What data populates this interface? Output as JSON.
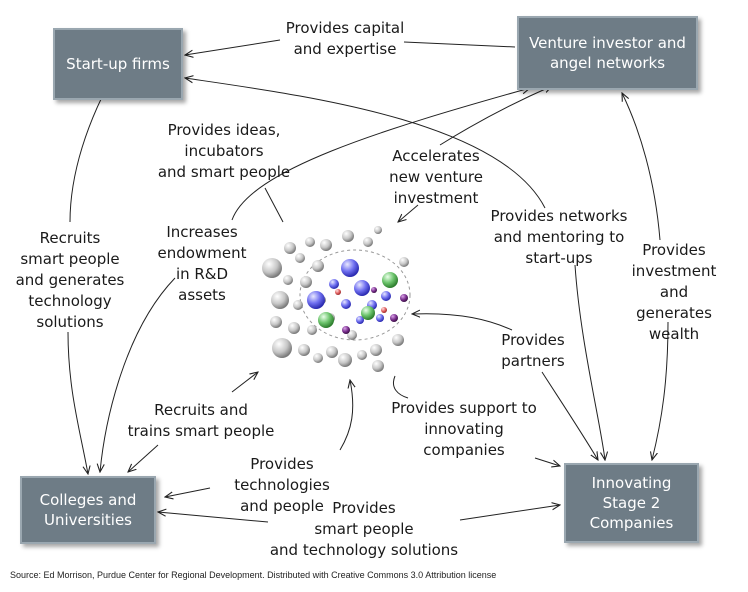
{
  "nodes": {
    "startup": "Start-up firms",
    "venture": "Venture investor and\nangel networks",
    "colleges": "Colleges and\nUniversities",
    "innovating": "Innovating\nStage 2\nCompanies"
  },
  "labels": {
    "capital": "Provides capital\nand expertise",
    "ideas": "Provides ideas,\nincubators\nand smart people",
    "accelerates": "Accelerates\nnew venture\ninvestment",
    "networks": "Provides networks\nand mentoring to\nstart-ups",
    "recruits_startup": "Recruits\nsmart people\nand generates\ntechnology\nsolutions",
    "endowment": "Increases\nendowment\nin R&D assets",
    "investment": "Provides\ninvestment\nand generates\nwealth",
    "partners": "Provides\npartners",
    "recruits_trains": "Recruits and\ntrains smart people",
    "support": "Provides support to\ninnovating\ncompanies",
    "technologies": "Provides technologies\nand people",
    "smart_people": "Provides\nsmart people\nand technology solutions"
  },
  "source": "Source: Ed Morrison, Purdue Center for Regional Development. Distributed with Creative Commons 3.0 Attribution license",
  "colors": {
    "node_fill": "#6e7c86",
    "node_border": "#9aa7b0",
    "arrow": "#222222",
    "sphere_gray": "#c8c8c8",
    "sphere_blue": "#6f6ff2",
    "sphere_green": "#69c36a",
    "sphere_purple": "#7a2f8e",
    "sphere_red": "#e06060"
  }
}
